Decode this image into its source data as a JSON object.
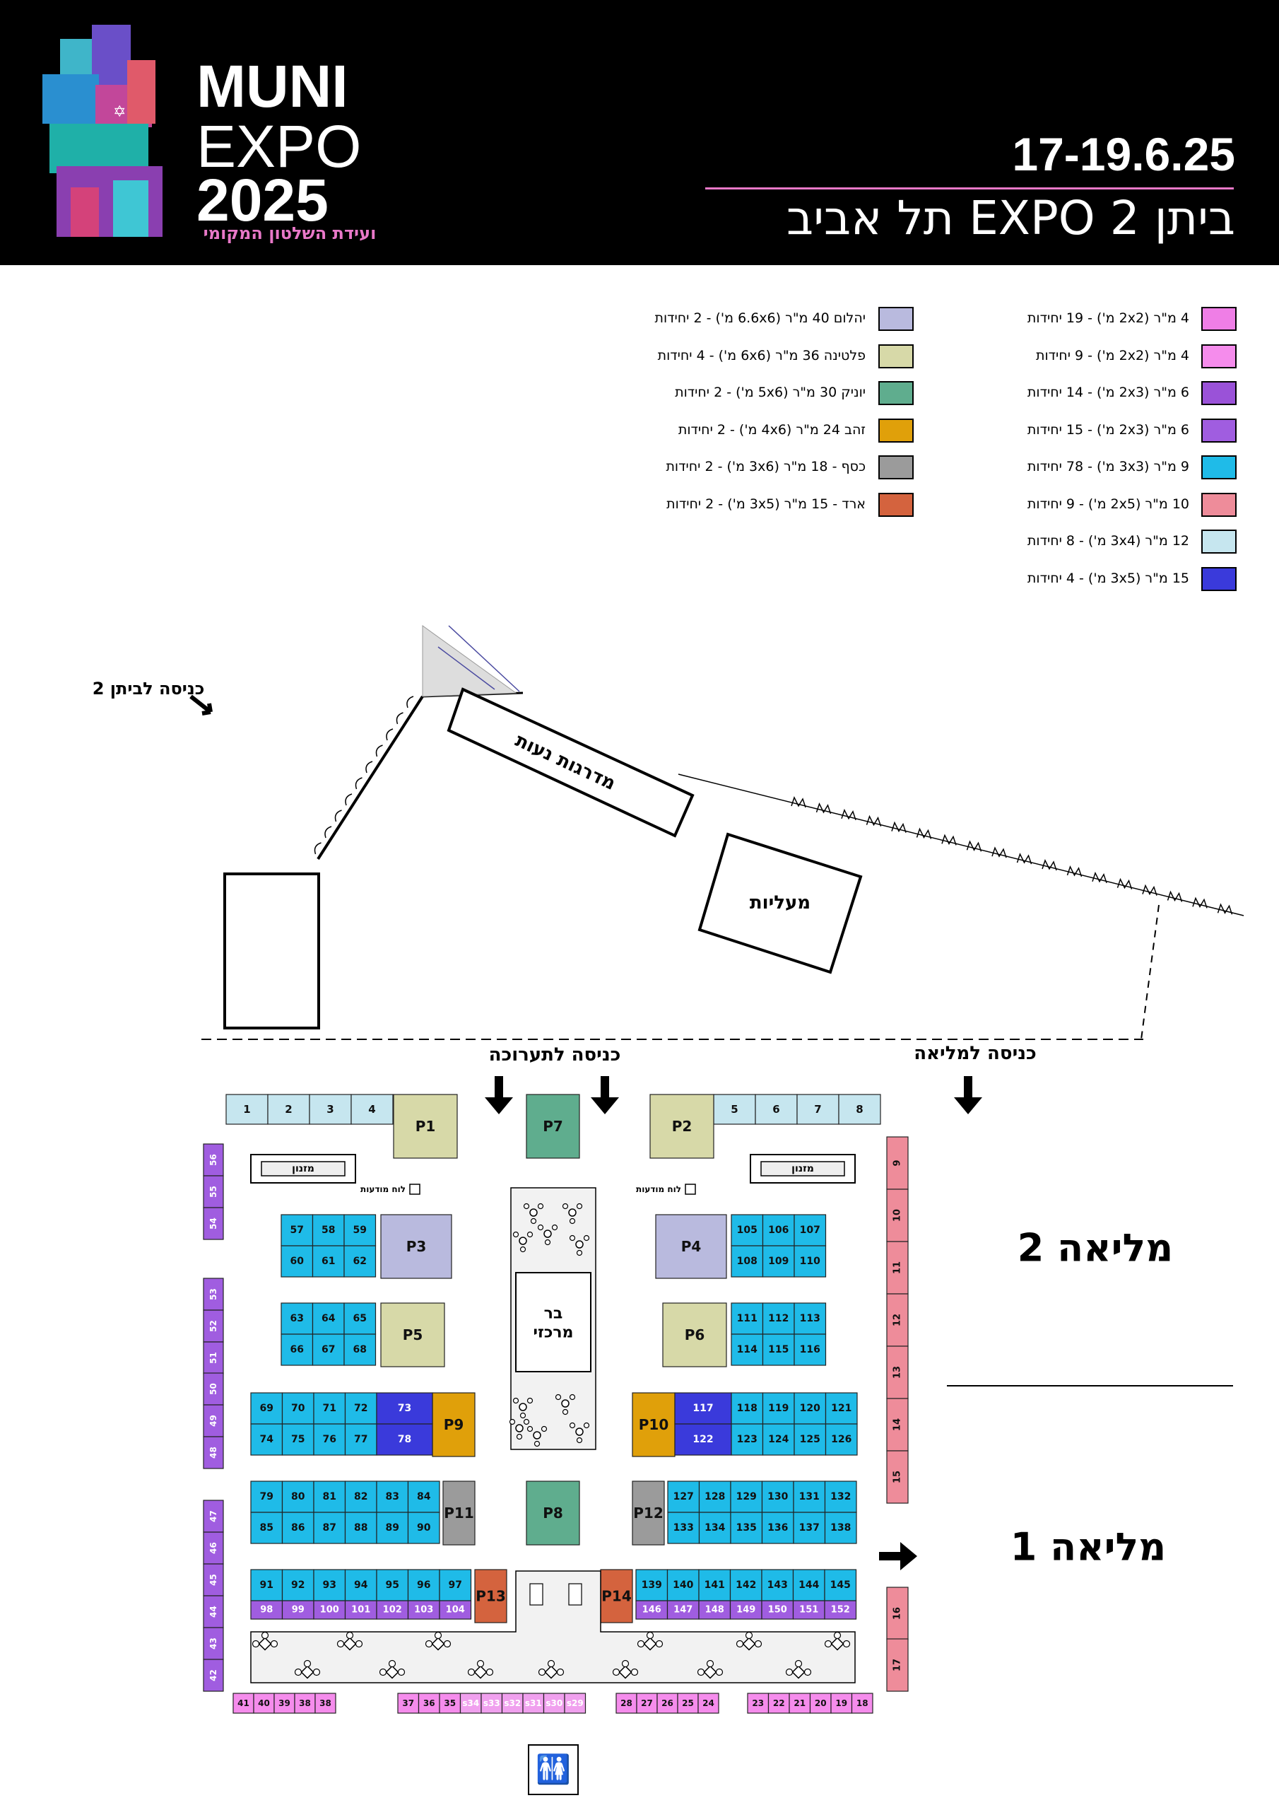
{
  "header": {
    "logo_line1": "MUNI",
    "logo_line2": "EXPO",
    "logo_line3": "2025",
    "logo_tagline": "ועידת השלטון המקומי",
    "dates": "17-19.6.25",
    "venue": "ביתן 2 EXPO תל אביב"
  },
  "legend": {
    "left": [
      {
        "text": "יהלום 40 מ\"ר (6.6x6 מ') - 2 יחידות",
        "color": "#b9bade"
      },
      {
        "text": "פלטינה 36 מ\"ר (6x6 מ') - 4 יחידות",
        "color": "#d7d9a8"
      },
      {
        "text": "יוניק 30 מ\"ר (5x6 מ') - 2 יחידות",
        "color": "#5fad8e"
      },
      {
        "text": "זהב 24 מ\"ר (4x6 מ') - 2 יחידות",
        "color": "#e0a00a"
      },
      {
        "text": "כסף - 18 מ\"ר (3x6 מ') - 2 יחידות",
        "color": "#9b9b9b"
      },
      {
        "text": "ארד - 15 מ\"ר (3x5 מ') - 2 יחידות",
        "color": "#d4633e"
      }
    ],
    "right": [
      {
        "text": "4 מ\"ר (2x2 מ') - 19 יחידות",
        "color": "#ef7ee6"
      },
      {
        "text": "4 מ\"ר (2x2 מ') - 9 יחידות",
        "color": "#f58cec"
      },
      {
        "text": "6 מ\"ר (2x3 מ') - 14 יחידות",
        "color": "#9a52d8"
      },
      {
        "text": "6 מ\"ר (2x3 מ') - 15 יחידות",
        "color": "#a05de0"
      },
      {
        "text": "9 מ\"ר (3x3 מ') - 78 יחידות",
        "color": "#1fbbe8"
      },
      {
        "text": "10 מ\"ר (2x5 מ') - 9 יחידות",
        "color": "#ee8c9a"
      },
      {
        "text": "12 מ\"ר (3x4 מ') - 8 יחידות",
        "color": "#c6e6ef"
      },
      {
        "text": "15 מ\"ר (3x5 מ') - 4 יחידות",
        "color": "#3a3adb"
      }
    ]
  },
  "labels": {
    "entrance_building2": "כניסה לביתן 2",
    "stairs": "מדרגות נעות",
    "elevators": "מעליות",
    "entrance_exhibition": "כניסה לתערוכה",
    "entrance_plenary": "כניסה למליאה",
    "plenary2": "מליאה 2",
    "plenary1": "מליאה 1",
    "buffet": "מזנון",
    "notice_board": "לוח מודעות",
    "central_bar": "בר מרכזי"
  },
  "booths": {
    "light_blue": [
      "1",
      "2",
      "3",
      "4",
      "5",
      "6",
      "7",
      "8"
    ],
    "premium": [
      "P1",
      "P2",
      "P3",
      "P4",
      "P5",
      "P6",
      "P7",
      "P8",
      "P9",
      "P10",
      "P11",
      "P12",
      "P13",
      "P14"
    ],
    "blue": [
      "57",
      "58",
      "59",
      "60",
      "61",
      "62",
      "63",
      "64",
      "65",
      "66",
      "67",
      "68",
      "69",
      "70",
      "71",
      "72",
      "74",
      "75",
      "76",
      "77",
      "79",
      "80",
      "81",
      "82",
      "83",
      "84",
      "85",
      "86",
      "87",
      "88",
      "89",
      "90",
      "91",
      "92",
      "93",
      "94",
      "95",
      "96",
      "97",
      "105",
      "106",
      "107",
      "108",
      "109",
      "110",
      "111",
      "112",
      "113",
      "114",
      "115",
      "116",
      "118",
      "119",
      "120",
      "121",
      "123",
      "124",
      "125",
      "126",
      "127",
      "128",
      "129",
      "130",
      "131",
      "132",
      "133",
      "134",
      "135",
      "136",
      "137",
      "138",
      "139",
      "140",
      "141",
      "142",
      "143",
      "144",
      "145"
    ],
    "dark_blue": [
      "73",
      "78",
      "117",
      "122"
    ],
    "purple": [
      "98",
      "99",
      "100",
      "101",
      "102",
      "103",
      "104",
      "146",
      "147",
      "148",
      "149",
      "150",
      "151",
      "152"
    ],
    "left_column": [
      "56",
      "55",
      "54",
      "53",
      "52",
      "51",
      "50",
      "49",
      "48",
      "47",
      "46",
      "45",
      "44",
      "43",
      "42"
    ],
    "right_column": [
      "9",
      "10",
      "11",
      "12",
      "13",
      "14",
      "15",
      "16",
      "17"
    ],
    "bottom_left": [
      "41",
      "40",
      "39",
      "38",
      "38"
    ],
    "bottom_mid": [
      "37",
      "36",
      "35",
      "s34",
      "s33",
      "s32",
      "s31",
      "s30",
      "s29"
    ],
    "bottom_r1": [
      "28",
      "27",
      "26",
      "25",
      "24"
    ],
    "bottom_r2": [
      "23",
      "22",
      "21",
      "20",
      "19",
      "18"
    ]
  }
}
